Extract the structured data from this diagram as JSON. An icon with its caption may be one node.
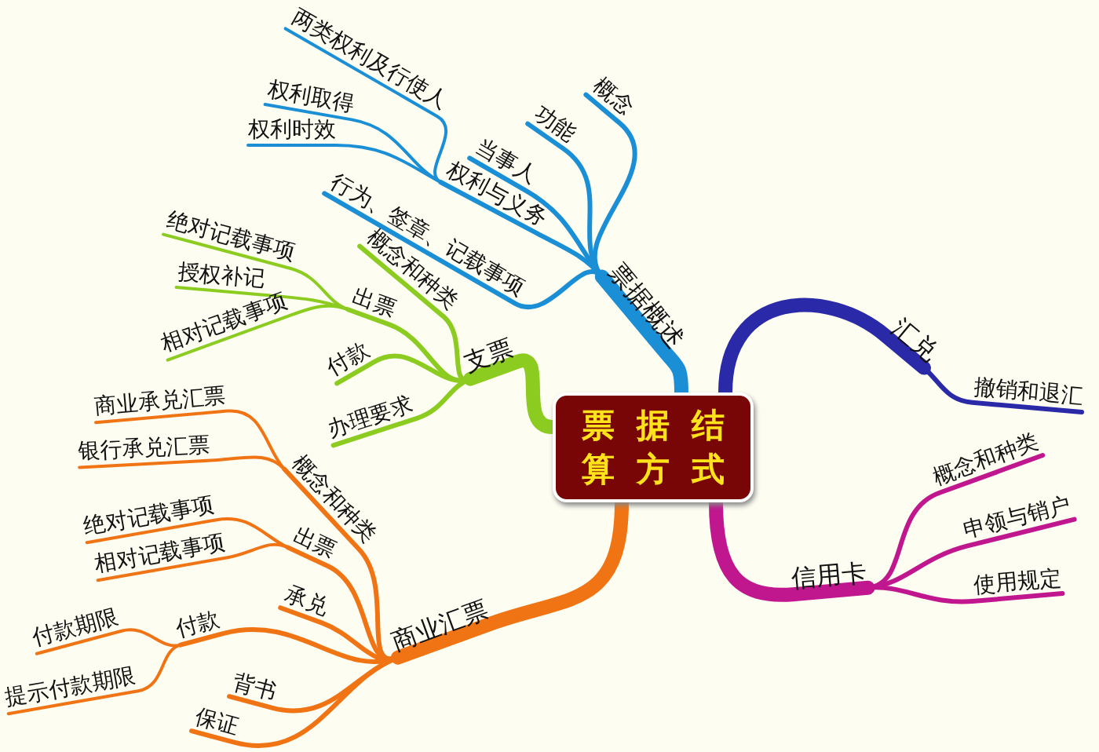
{
  "diagram": {
    "nodes": [
      {
        "text": [
          "票据结算方式"
        ]
      },
      {
        "text": [
          "票据概述"
        ]
      },
      {
        "text": [
          "概念"
        ]
      },
      {
        "text": [
          "功能"
        ]
      },
      {
        "text": [
          "当事人"
        ]
      },
      {
        "text": [
          "权利与义务"
        ]
      },
      {
        "text": [
          "行为、签章、记载事项"
        ]
      },
      {
        "text": [
          "两类权利及行使人"
        ]
      },
      {
        "text": [
          "权利取得"
        ]
      },
      {
        "text": [
          "权利时效"
        ]
      },
      {
        "text": [
          "汇兑"
        ]
      },
      {
        "text": [
          "撤销和退汇"
        ]
      },
      {
        "text": [
          "信用卡"
        ]
      },
      {
        "text": [
          "概念和种类"
        ]
      },
      {
        "text": [
          "申领与销户"
        ]
      },
      {
        "text": [
          "使用规定"
        ]
      },
      {
        "text": [
          "支票"
        ]
      },
      {
        "text": [
          "概念和种类"
        ]
      },
      {
        "text": [
          "出票"
        ]
      },
      {
        "text": [
          "付款"
        ]
      },
      {
        "text": [
          "办理要求"
        ]
      },
      {
        "text": [
          "绝对记载事项"
        ]
      },
      {
        "text": [
          "授权补记"
        ]
      },
      {
        "text": [
          "相对记载事项"
        ]
      },
      {
        "text": [
          "商业汇票"
        ]
      },
      {
        "text": [
          "概念和种类"
        ]
      },
      {
        "text": [
          "出票"
        ]
      },
      {
        "text": [
          "承兑"
        ]
      },
      {
        "text": [
          "付款"
        ]
      },
      {
        "text": [
          "背书"
        ]
      },
      {
        "text": [
          "保证"
        ]
      },
      {
        "text": [
          "商业承兑汇票"
        ]
      },
      {
        "text": [
          "银行承兑汇票"
        ]
      },
      {
        "text": [
          "绝对记载事项"
        ]
      },
      {
        "text": [
          "相对记载事项"
        ]
      },
      {
        "text": [
          "付款期限"
        ]
      },
      {
        "text": [
          "提示付款期限"
        ]
      }
    ],
    "edges": [
      {
        "from": 0,
        "to": 1,
        "arrow": "none",
        "style": "thick",
        "color": "#1a8fd6"
      },
      {
        "from": 1,
        "to": 2,
        "arrow": "none",
        "color": "#1a8fd6"
      },
      {
        "from": 1,
        "to": 3,
        "arrow": "none",
        "color": "#1a8fd6"
      },
      {
        "from": 1,
        "to": 4,
        "arrow": "none",
        "color": "#1a8fd6"
      },
      {
        "from": 1,
        "to": 5,
        "arrow": "none",
        "color": "#1a8fd6"
      },
      {
        "from": 1,
        "to": 6,
        "arrow": "none",
        "color": "#1a8fd6"
      },
      {
        "from": 5,
        "to": 7,
        "arrow": "none",
        "color": "#1a8fd6"
      },
      {
        "from": 5,
        "to": 8,
        "arrow": "none",
        "color": "#1a8fd6"
      },
      {
        "from": 5,
        "to": 9,
        "arrow": "none",
        "color": "#1a8fd6"
      },
      {
        "from": 0,
        "to": 10,
        "arrow": "none",
        "style": "thick",
        "color": "#2a2aa8"
      },
      {
        "from": 10,
        "to": 11,
        "arrow": "none",
        "color": "#2a2aa8"
      },
      {
        "from": 0,
        "to": 12,
        "arrow": "none",
        "style": "thick",
        "color": "#c0178e"
      },
      {
        "from": 12,
        "to": 13,
        "arrow": "none",
        "color": "#c0178e"
      },
      {
        "from": 12,
        "to": 14,
        "arrow": "none",
        "color": "#c0178e"
      },
      {
        "from": 12,
        "to": 15,
        "arrow": "none",
        "color": "#c0178e"
      },
      {
        "from": 0,
        "to": 16,
        "arrow": "none",
        "style": "thick",
        "color": "#8ccc20"
      },
      {
        "from": 16,
        "to": 17,
        "arrow": "none",
        "color": "#8ccc20"
      },
      {
        "from": 16,
        "to": 18,
        "arrow": "none",
        "color": "#8ccc20"
      },
      {
        "from": 16,
        "to": 19,
        "arrow": "none",
        "color": "#8ccc20"
      },
      {
        "from": 16,
        "to": 20,
        "arrow": "none",
        "color": "#8ccc20"
      },
      {
        "from": 18,
        "to": 21,
        "arrow": "none",
        "color": "#8ccc20"
      },
      {
        "from": 18,
        "to": 22,
        "arrow": "none",
        "color": "#8ccc20"
      },
      {
        "from": 18,
        "to": 23,
        "arrow": "none",
        "color": "#8ccc20"
      },
      {
        "from": 0,
        "to": 24,
        "arrow": "none",
        "style": "thick",
        "color": "#f07414"
      },
      {
        "from": 24,
        "to": 25,
        "arrow": "none",
        "color": "#f07414"
      },
      {
        "from": 24,
        "to": 26,
        "arrow": "none",
        "color": "#f07414"
      },
      {
        "from": 24,
        "to": 27,
        "arrow": "none",
        "color": "#f07414"
      },
      {
        "from": 24,
        "to": 28,
        "arrow": "none",
        "color": "#f07414"
      },
      {
        "from": 24,
        "to": 29,
        "arrow": "none",
        "color": "#f07414"
      },
      {
        "from": 24,
        "to": 30,
        "arrow": "none",
        "color": "#f07414"
      },
      {
        "from": 25,
        "to": 31,
        "arrow": "none",
        "color": "#f07414"
      },
      {
        "from": 25,
        "to": 32,
        "arrow": "none",
        "color": "#f07414"
      },
      {
        "from": 26,
        "to": 33,
        "arrow": "none",
        "color": "#f07414"
      },
      {
        "from": 26,
        "to": 34,
        "arrow": "none",
        "color": "#f07414"
      },
      {
        "from": 28,
        "to": 35,
        "arrow": "none",
        "color": "#f07414"
      },
      {
        "from": 28,
        "to": 36,
        "arrow": "none",
        "color": "#f07414"
      }
    ]
  }
}
